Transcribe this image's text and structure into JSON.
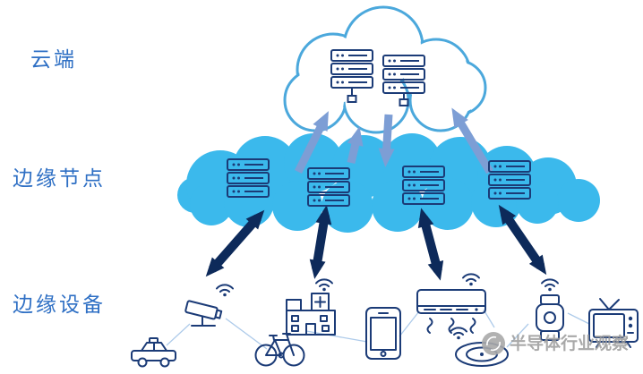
{
  "diagram": {
    "labels": {
      "cloud": "云端",
      "edge_nodes": "边缘节点",
      "edge_devices": "边缘设备"
    },
    "watermark": {
      "text": "半导体行业观察"
    },
    "colors": {
      "label-blue": "#2E6FC4",
      "cloud-outline": "#4BA8DC",
      "edge-cloud-fill": "#3BB9EC",
      "icon-navy": "#1B3B77",
      "arrow-light": "#7D9ED5",
      "arrow-dark": "#0D2A5A",
      "watermark-gray": "#9B9B9B",
      "net-line": "#AECBEA"
    },
    "structure": {
      "cloud_server_racks": 2,
      "edge_node_servers": 4,
      "device_icons": [
        "police-car",
        "cctv-camera",
        "bicycle",
        "hospital-building",
        "smartphone",
        "air-conditioner",
        "robot-vacuum",
        "smartwatch",
        "television"
      ]
    }
  }
}
